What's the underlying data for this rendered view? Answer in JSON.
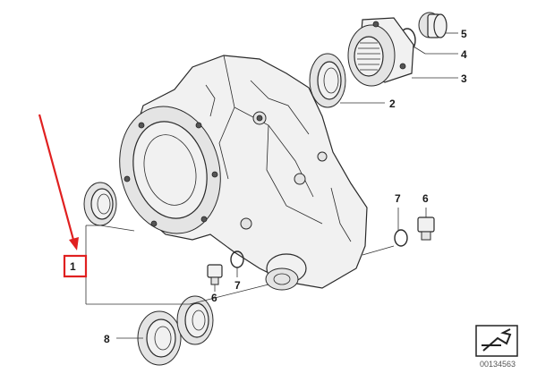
{
  "callouts": {
    "c1": "1",
    "c2": "2",
    "c3": "3",
    "c4": "4",
    "c5": "5",
    "c6a": "6",
    "c6b": "6",
    "c7a": "7",
    "c7b": "7",
    "c8": "8"
  },
  "reference_number": "00134563",
  "highlight_color": "#e02020",
  "line_color": "#333333"
}
